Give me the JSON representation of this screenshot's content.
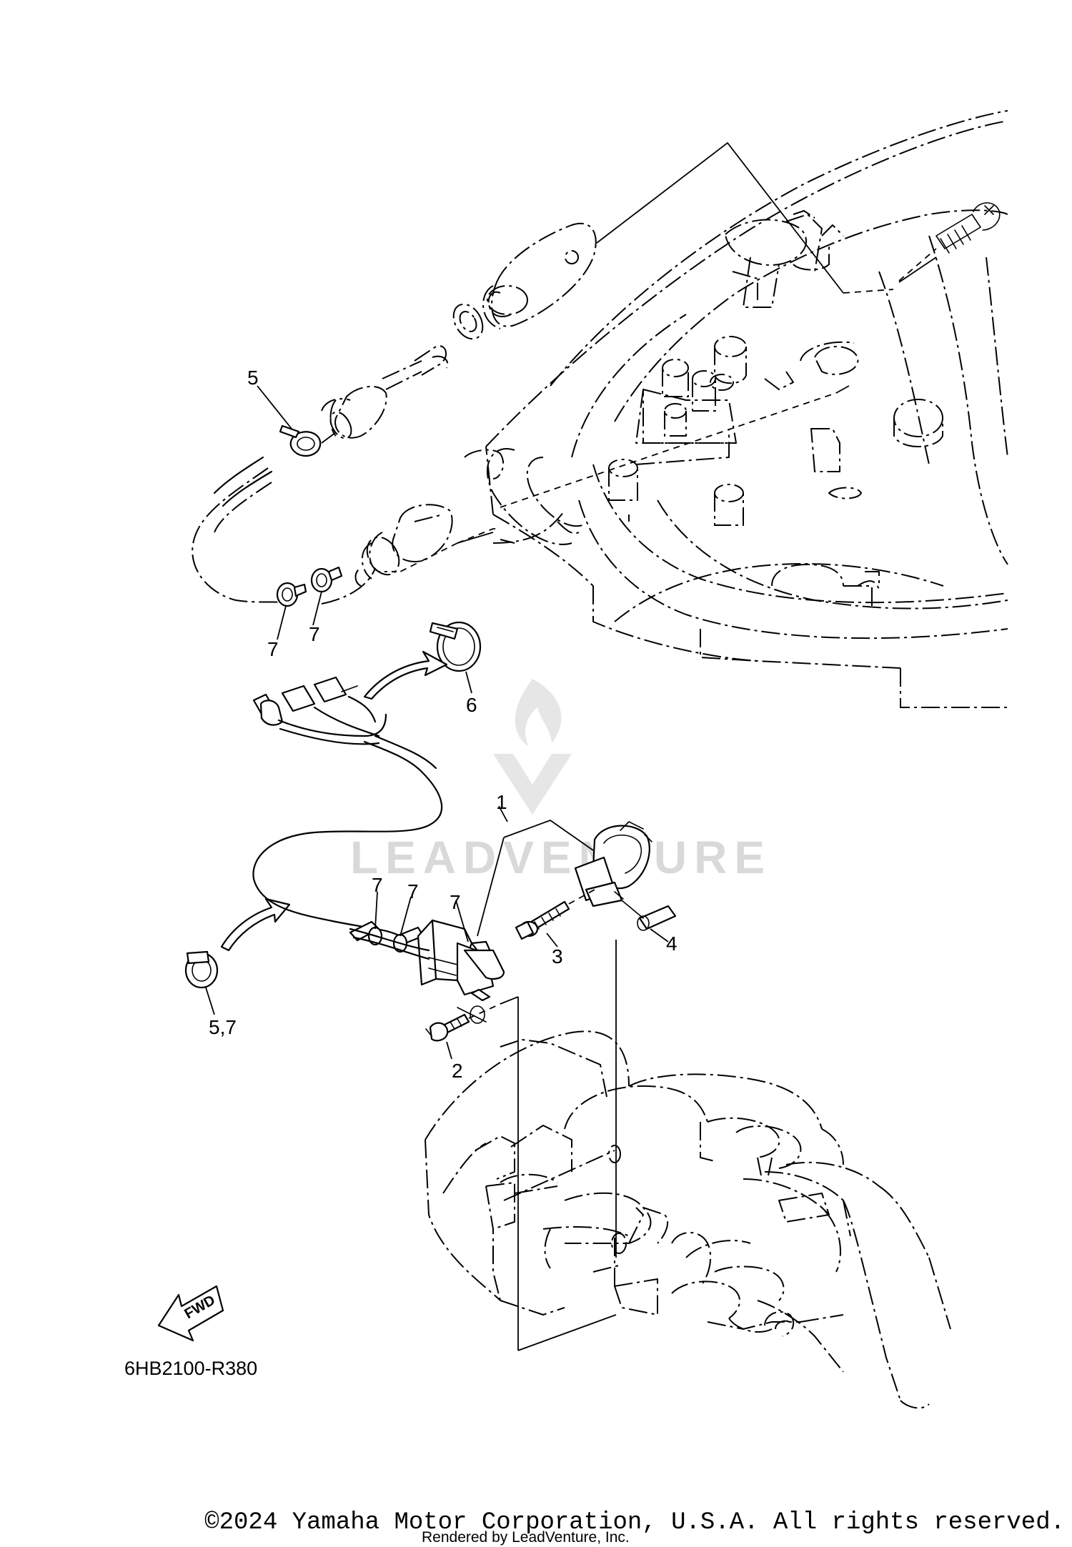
{
  "diagram": {
    "callouts": {
      "c5_top": "5",
      "c7_left": "7",
      "c7_right": "7",
      "c6": "6",
      "c1": "1",
      "c7_a": "7",
      "c7_b": "7",
      "c7_c": "7",
      "c3": "3",
      "c4": "4",
      "c57": "5,7",
      "c2": "2"
    },
    "fwd_label": "FWD",
    "part_code": "6HB2100-R380",
    "watermark": "LEADVENTURE"
  },
  "footer": {
    "copyright": "©2024 Yamaha Motor Corporation, U.S.A. All rights reserved.",
    "rendered_by": "Rendered by LeadVenture, Inc."
  }
}
